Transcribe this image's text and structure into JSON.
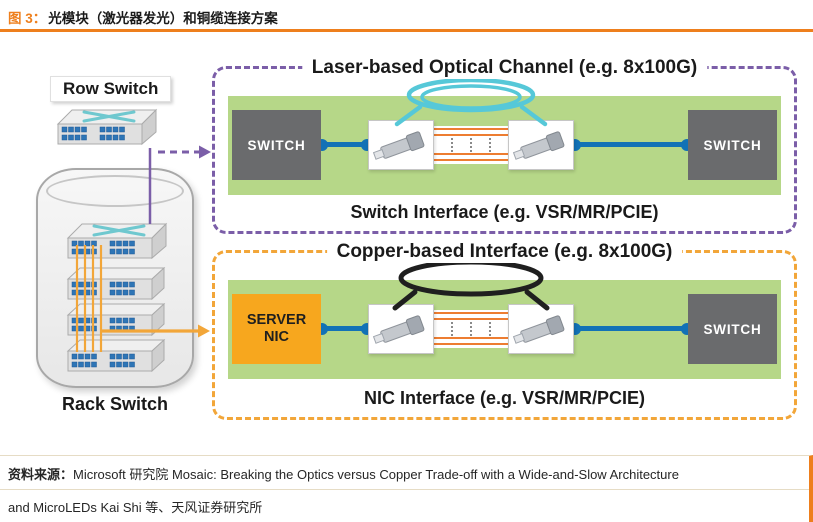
{
  "header": {
    "figure_label": "图 3：",
    "figure_title": "光模块（激光器发光）和铜缆连接方案"
  },
  "topology": {
    "row_switch_label": "Row Switch",
    "rack_switch_label": "Rack Switch"
  },
  "optical": {
    "title": "Laser-based Optical Channel (e.g. 8x100G)",
    "left_device": "SWITCH",
    "right_device": "SWITCH",
    "interface_label": "Switch Interface (e.g. VSR/MR/PCIE)"
  },
  "copper": {
    "title": "Copper-based Interface (e.g. 8x100G)",
    "left_device": "SERVER NIC",
    "right_device": "SWITCH",
    "interface_label": "NIC Interface (e.g. VSR/MR/PCIE)"
  },
  "footer": {
    "source_prefix": "资料来源：",
    "source_line1": "Microsoft 研究院 Mosaic: Breaking the Optics versus Copper Trade-off with a Wide-and-Slow Architecture",
    "source_line2": "and MicroLEDs Kai Shi 等、天风证券研究所"
  },
  "colors": {
    "accent_orange": "#EE7F1D",
    "purple": "#7B5EA8",
    "gold": "#F2A639",
    "panel_green": "#B6D788",
    "link_blue": "#1272B6",
    "fiber_cyan": "#56C8D8",
    "copper_black": "#1F1F1F",
    "device_gray": "#6A6B6D",
    "nic_orange": "#F7A71E",
    "trace_orange": "#ED7D31"
  }
}
